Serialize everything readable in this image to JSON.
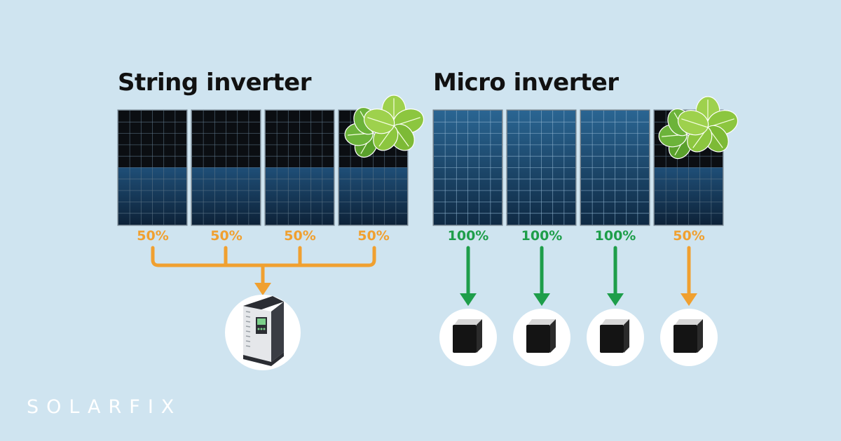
{
  "titles": {
    "string": "String inverter",
    "micro": "Micro inverter"
  },
  "string_panels": {
    "outputs": [
      "50%",
      "50%",
      "50%",
      "50%"
    ],
    "shaded_panel": 4
  },
  "micro_panels": {
    "outputs": [
      "100%",
      "100%",
      "100%",
      "50%"
    ],
    "shaded_panel": 4
  },
  "logo": {
    "text": "SOLARFIX"
  },
  "colors": {
    "background": "#cfe4f0",
    "half_output": "#f0a030",
    "full_output": "#1e9e4a",
    "panel_dark": "#0b0e12",
    "panel_blue": "#1f4f78",
    "leaf": "#8cc63f"
  },
  "icons": [
    "leaf-icon",
    "string-inverter-icon",
    "micro-inverter-icon",
    "arrow-down-icon",
    "sun-icon"
  ]
}
